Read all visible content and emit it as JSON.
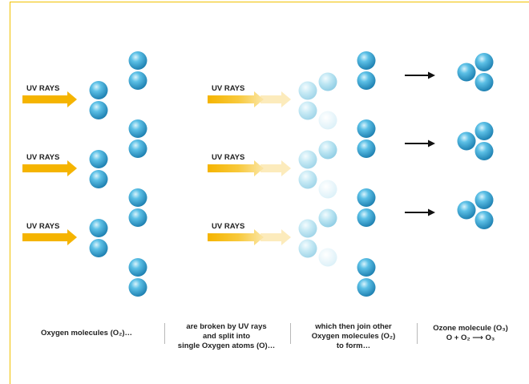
{
  "diagram": {
    "uv_label": "UV RAYS",
    "colors": {
      "frame": "#f2c200",
      "arrow_uv": "#f5b400",
      "molecule": "#3aa7d4",
      "atom_faded": "#bfe6f2",
      "arrow_black": "#111111"
    },
    "captions": {
      "c1": [
        "Oxygen molecules (O₂)…"
      ],
      "c2": [
        "are broken by UV rays",
        "and split into",
        "single Oxygen atoms (O)…"
      ],
      "c3": [
        "which then join other",
        "Oxygen molecules (O₂)",
        "to form…"
      ],
      "c4": [
        "Ozone molecule (O₃)",
        "O + O₂ ⟶ O₃"
      ]
    }
  }
}
